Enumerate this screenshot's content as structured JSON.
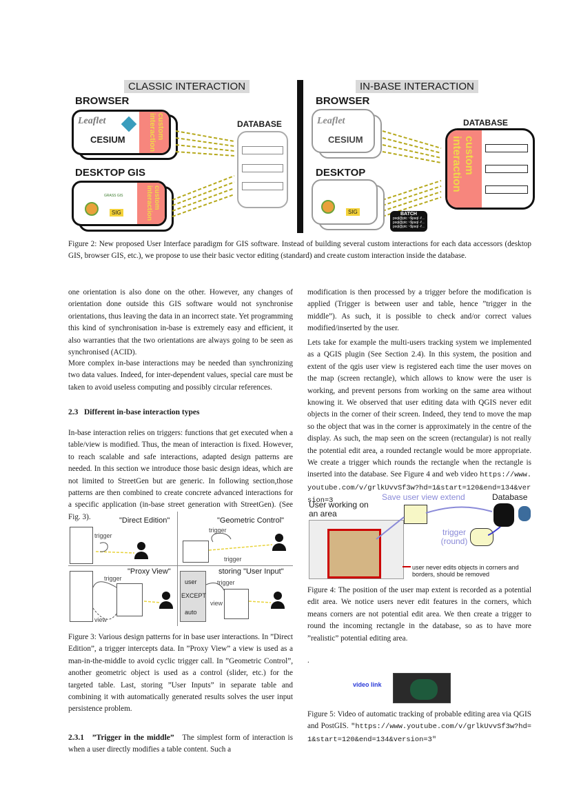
{
  "figure2": {
    "classic_title": "CLASSIC INTERACTION",
    "inbase_title": "IN-BASE INTERACTION",
    "browser_left": "BROWSER",
    "browser_right": "BROWSER",
    "desktop_gis": "DESKTOP GIS",
    "desktop": "DESKTOP",
    "database_left": "DATABASE",
    "database_right": "DATABASE",
    "leaflet": "Leaflet",
    "cesium": "CESIUM",
    "custom_interaction": "custom interaction",
    "batch": "BATCH",
    "batch_lines": [
      "psql@ptc ~$psql -f ...",
      "psql@ptc ~$psql -f ...",
      "psql@ptc ~$psql -f ..."
    ],
    "sig": "SIG",
    "grass": "GRASS GIS",
    "caption": "Figure 2: New proposed User Interface paradigm for GIS software. Instead of building several custom interactions for each data accessors (desktop GIS, browser GIS, etc.), we propose to use their basic vector editing (standard) and create custom interaction inside the database."
  },
  "left_col": {
    "para1": "one orientation is also done on the other. However, any changes of orientation done outside this GIS software would not synchronise orientations, thus leaving the data in an incorrect state. Yet programming this kind of synchronisation in-base is extremely easy and efficient, it also warranties that the two orientations are always going to be seen as synchronised (ACID).",
    "para2": "More complex in-base interactions may be needed than synchronizing two data values. Indeed, for inter-dependent values, special care must be taken to avoid useless computing and possibly circular references.",
    "section_num": "2.3",
    "section_title": "Different in-base interaction types",
    "para3": "In-base interaction relies on triggers: functions that get executed when a table/view is modified. Thus, the mean of interaction is fixed. However, to reach scalable and safe interactions, adapted design patterns are needed. In this section we introduce those basic design ideas, which are not limited to StreetGen but are generic. In following section,those patterns are then combined to create concrete advanced interactions for a specific application (in-base street generation with StreetGen). (See Fig. 3).",
    "caption3": "Figure 3: Various design patterns for in base user interactions. In ”Direct Edition”, a trigger intercepts data. In ”Proxy View” a view is used as a man-in-the-middle to avoid cyclic trigger call. In ”Geometric Control”, another geometric object is used as a control (slider, etc.) for the targeted table. Last, storing ”User Inputs” in separate table and combining it with automatically generated results solves the user input persistence problem.",
    "subsection_num": "2.3.1",
    "subsection_title": "”Trigger in the middle”",
    "para4": "The simplest form of interaction is when a user directly modifies a table content. Such a"
  },
  "figure3": {
    "direct_edition": "\"Direct Edition\"",
    "geometric_control": "\"Geometric Control\"",
    "proxy_view": "\"Proxy View\"",
    "storing_user_input": "storing \"User Input\"",
    "trigger": "trigger",
    "view": "view",
    "user": "user",
    "except": "EXCEPT",
    "auto": "auto"
  },
  "right_col": {
    "para1": "modification is then processed by a trigger before the modification is applied (Trigger is between user and table, hence ”trigger in the middle”). As such, it is possible to check and/or correct values modified/inserted by the user.",
    "para2": "Lets take for example the multi-users tracking system we implemented as a QGIS plugin (See Section 2.4). In this system, the position and extent of the qgis user view is registered each time the user moves on the map (screen rectangle), which allows to know were the user is working, and prevent persons from working on the same area without knowing it. We observed that user editing data with QGIS never edit objects in the corner of their screen. Indeed, they tend to move the map so the object that was in the corner is approximately in the centre of the display. As such, the map seen on the screen (rectangular) is not really the potential edit area, a rounded rectangle would be more appropriate. We create a trigger which rounds the rectangle when the rectangle is inserted into the database. See Figure 4 and web video",
    "url1": "https://www.youtube.com/v/grlkUvvSf3w?hd=1&start=120&end=134&version=3",
    "caption4": "Figure 4: The position of the user map extent is recorded as a potential edit area. We notice users never edit features in the corners, which means corners are not potential edit area. We then create a trigger to round the incoming rectangle in the database, so as to have more ”realistic” potential editing area.",
    "dot": ".",
    "video_link": "video link",
    "caption5": "Figure 5: Video of automatic tracking of probable editing area via QGIS and PostGIS.",
    "url2": "\"https://www.youtube.com/v/grlkUvvSf3w?hd=1&start=120&end=134&version=3\""
  },
  "figure4": {
    "user_working": "User working on an area",
    "save_view": "Save user view extend",
    "database": "Database",
    "trigger_round": "trigger (round)",
    "note": "user never edits objects in corners and borders, should be removed"
  }
}
